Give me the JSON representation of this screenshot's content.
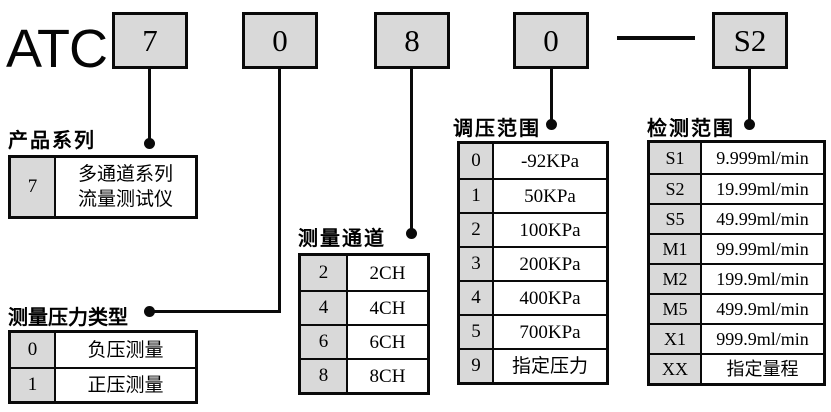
{
  "product_code": {
    "prefix": "ATC",
    "segments": [
      "7",
      "0",
      "8",
      "0",
      "S2"
    ],
    "separator": "—"
  },
  "sections": [
    {
      "title": "产品系列",
      "rows": [
        {
          "key": "7",
          "value": "多通道系列\n流量测试仪"
        }
      ]
    },
    {
      "title": "测量压力类型",
      "rows": [
        {
          "key": "0",
          "value": "负压测量"
        },
        {
          "key": "1",
          "value": "正压测量"
        }
      ]
    },
    {
      "title": "测量通道",
      "rows": [
        {
          "key": "2",
          "value": "2CH"
        },
        {
          "key": "4",
          "value": "4CH"
        },
        {
          "key": "6",
          "value": "6CH"
        },
        {
          "key": "8",
          "value": "8CH"
        }
      ]
    },
    {
      "title": "调压范围",
      "rows": [
        {
          "key": "0",
          "value": "-92KPa"
        },
        {
          "key": "1",
          "value": "50KPa"
        },
        {
          "key": "2",
          "value": "100KPa"
        },
        {
          "key": "3",
          "value": "200KPa"
        },
        {
          "key": "4",
          "value": "400KPa"
        },
        {
          "key": "5",
          "value": "700KPa"
        },
        {
          "key": "9",
          "value": "指定压力"
        }
      ]
    },
    {
      "title": "检测范围",
      "rows": [
        {
          "key": "S1",
          "value": "9.999ml/min"
        },
        {
          "key": "S2",
          "value": "19.99ml/min"
        },
        {
          "key": "S5",
          "value": "49.99ml/min"
        },
        {
          "key": "M1",
          "value": "99.99ml/min"
        },
        {
          "key": "M2",
          "value": "199.9ml/min"
        },
        {
          "key": "M5",
          "value": "499.9ml/min"
        },
        {
          "key": "X1",
          "value": "999.9ml/min"
        },
        {
          "key": "XX",
          "value": "指定量程"
        }
      ]
    }
  ],
  "colors": {
    "box_fill": "#d9d9d9",
    "border": "#0a0a0a",
    "background": "#ffffff"
  }
}
